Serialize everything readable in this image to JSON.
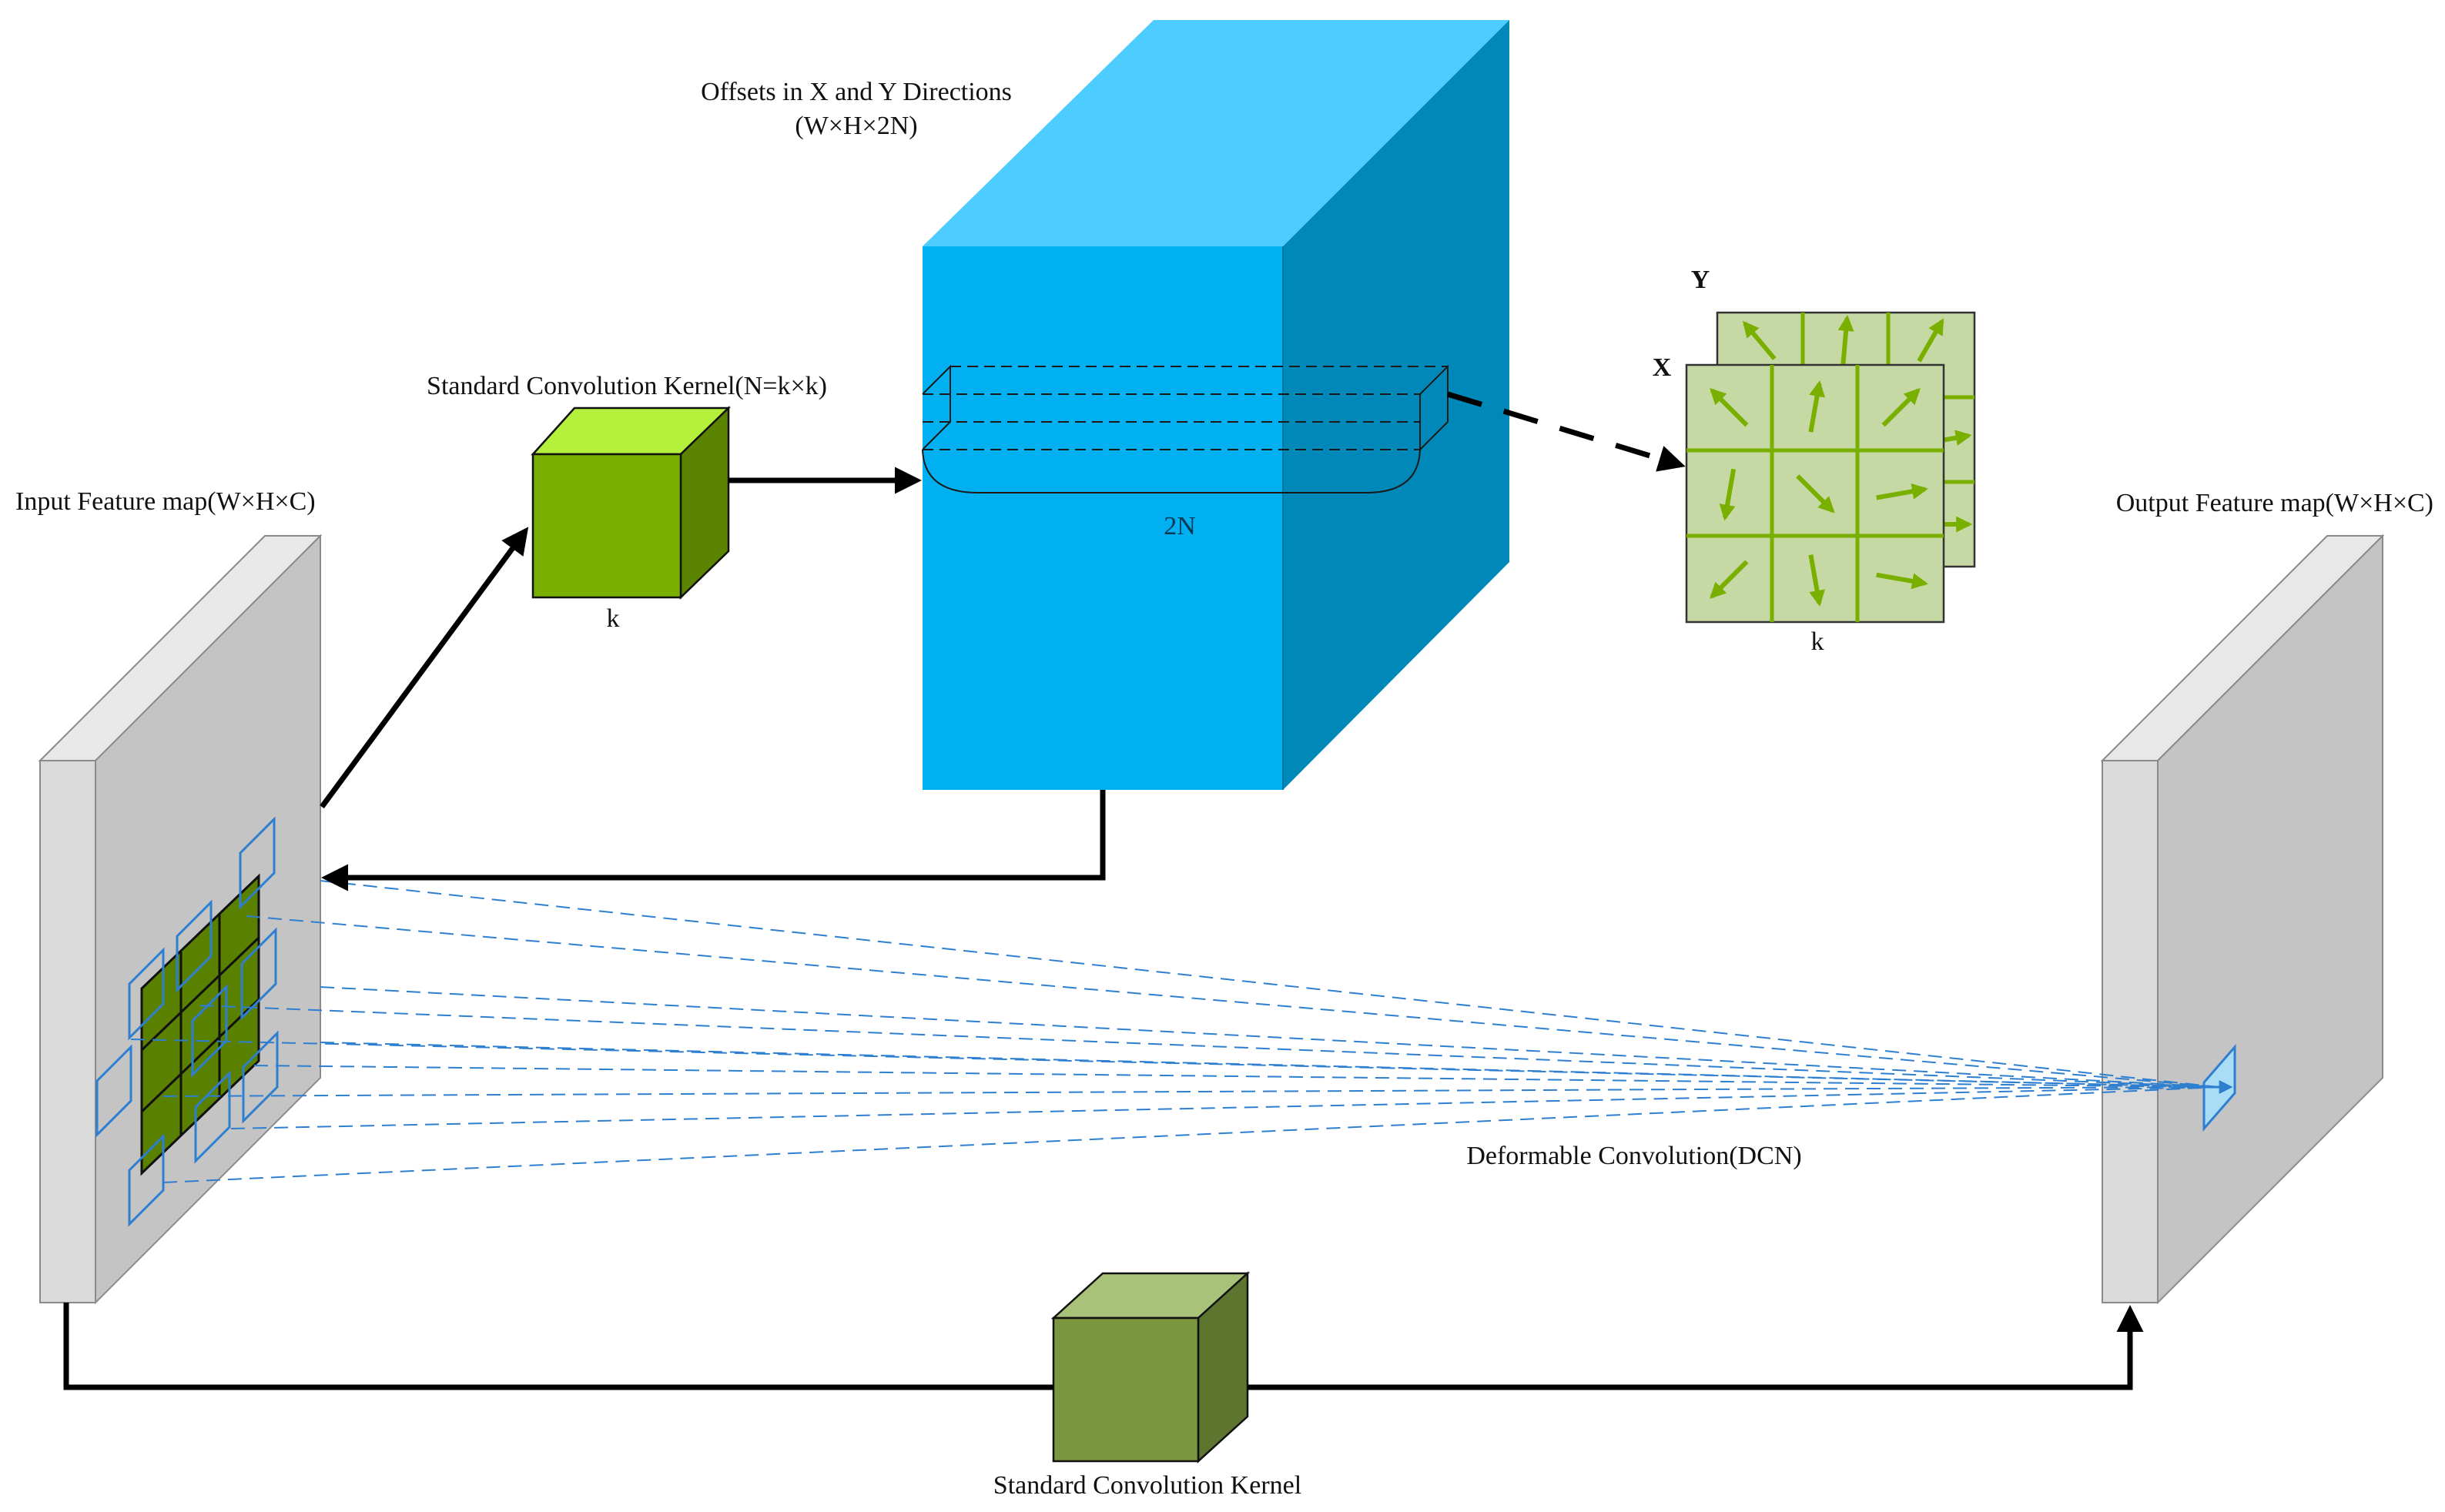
{
  "labels": {
    "offsets_title": "Offsets in X and Y Directions",
    "offsets_dims": "(W×H×2N)",
    "std_kernel_top": "Standard Convolution Kernel(N=k×k)",
    "kernel_k": "k",
    "two_n": "2N",
    "input_map": "Input Feature map(W×H×C)",
    "output_map": "Output Feature map(W×H×C)",
    "dcn": "Deformable Convolution(DCN)",
    "std_kernel_bottom": "Standard Convolution Kernel",
    "grid_y": "Y",
    "grid_x": "X",
    "grid_k": "k"
  },
  "colors": {
    "offset_front": "#00b0f0",
    "offset_top": "#4dccff",
    "offset_side": "#0088b8",
    "kernel_front": "#79b000",
    "kernel_top": "#b5f03c",
    "kernel_side": "#5a8400",
    "bottom_kernel_front": "#7a963e",
    "bottom_kernel_top": "#a9c27a",
    "bottom_kernel_side": "#5e7530",
    "plate_front": "#c4c4c4",
    "plate_side": "#dadada",
    "grid_fill": "#c6d9a4",
    "grid_line": "#79b000",
    "dcn_line": "#2e7fd0",
    "patch_fill": "#5a8000"
  },
  "offset_grid": {
    "size": 3,
    "front_arrow_angles_deg": [
      -135,
      -80,
      -45,
      100,
      45,
      -10,
      135,
      80,
      10
    ],
    "back_arrow_angles_deg": [
      -130,
      -85,
      -60,
      0,
      0,
      -10,
      0,
      0,
      0
    ]
  }
}
